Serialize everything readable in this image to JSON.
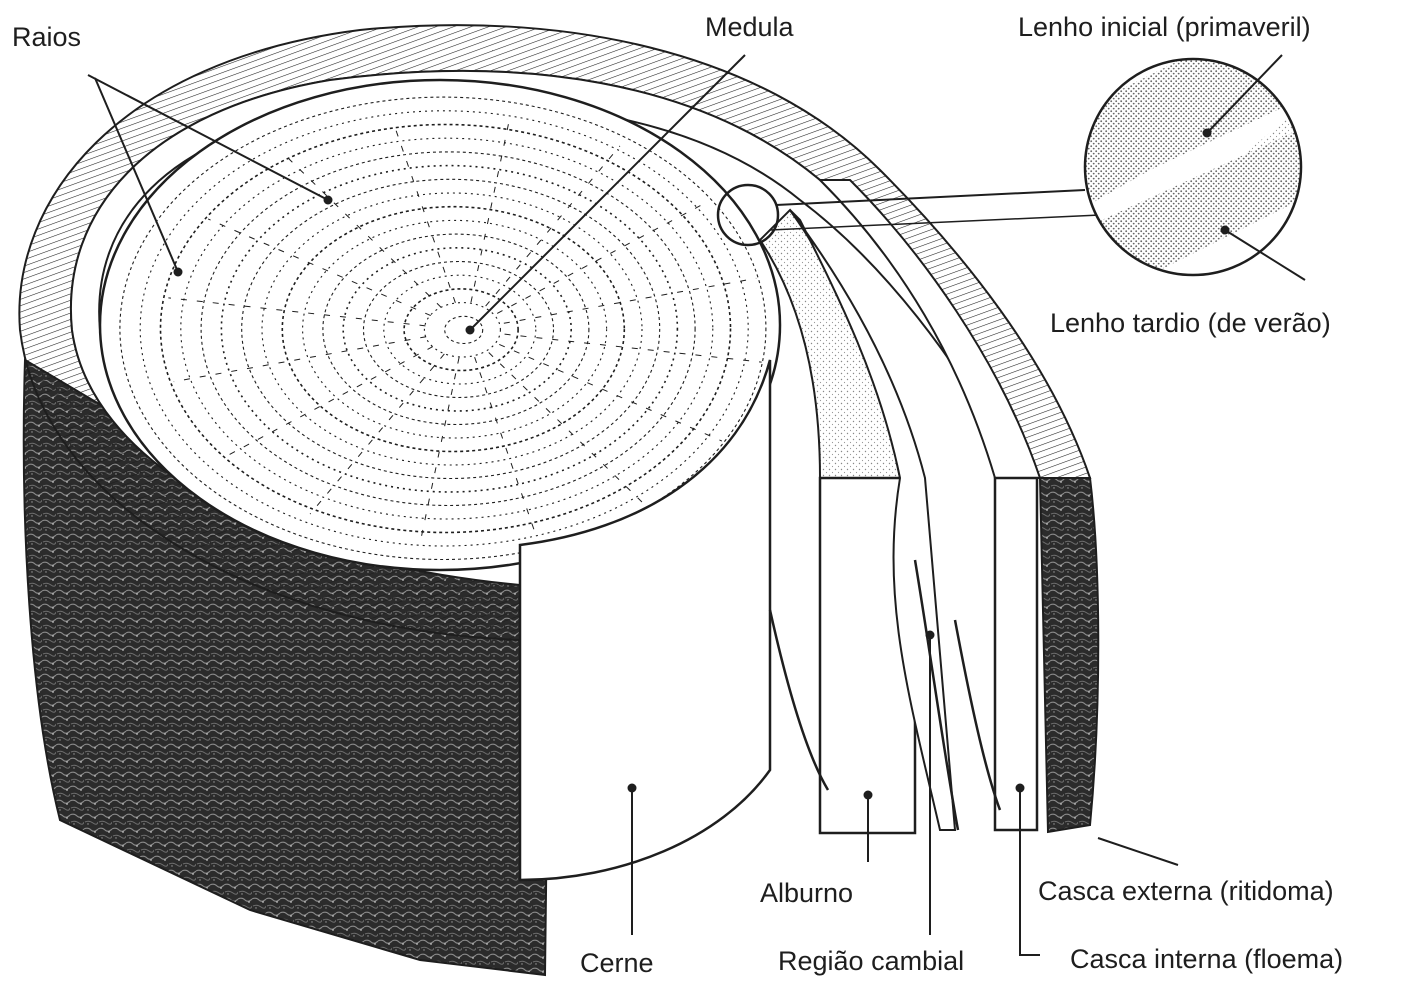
{
  "labels": {
    "raios": "Raios",
    "medula": "Medula",
    "lenho_inicial": "Lenho inicial (primaveril)",
    "lenho_tardio": "Lenho tardio (de verão)",
    "alburno": "Alburno",
    "cerne": "Cerne",
    "regiao_cambial": "Região cambial",
    "casca_externa": "Casca externa (ritidoma)",
    "casca_interna": "Casca interna (floema)"
  },
  "colors": {
    "ink": "#1e1e1e",
    "bark": "#2b2b2b",
    "paper": "#ffffff"
  }
}
